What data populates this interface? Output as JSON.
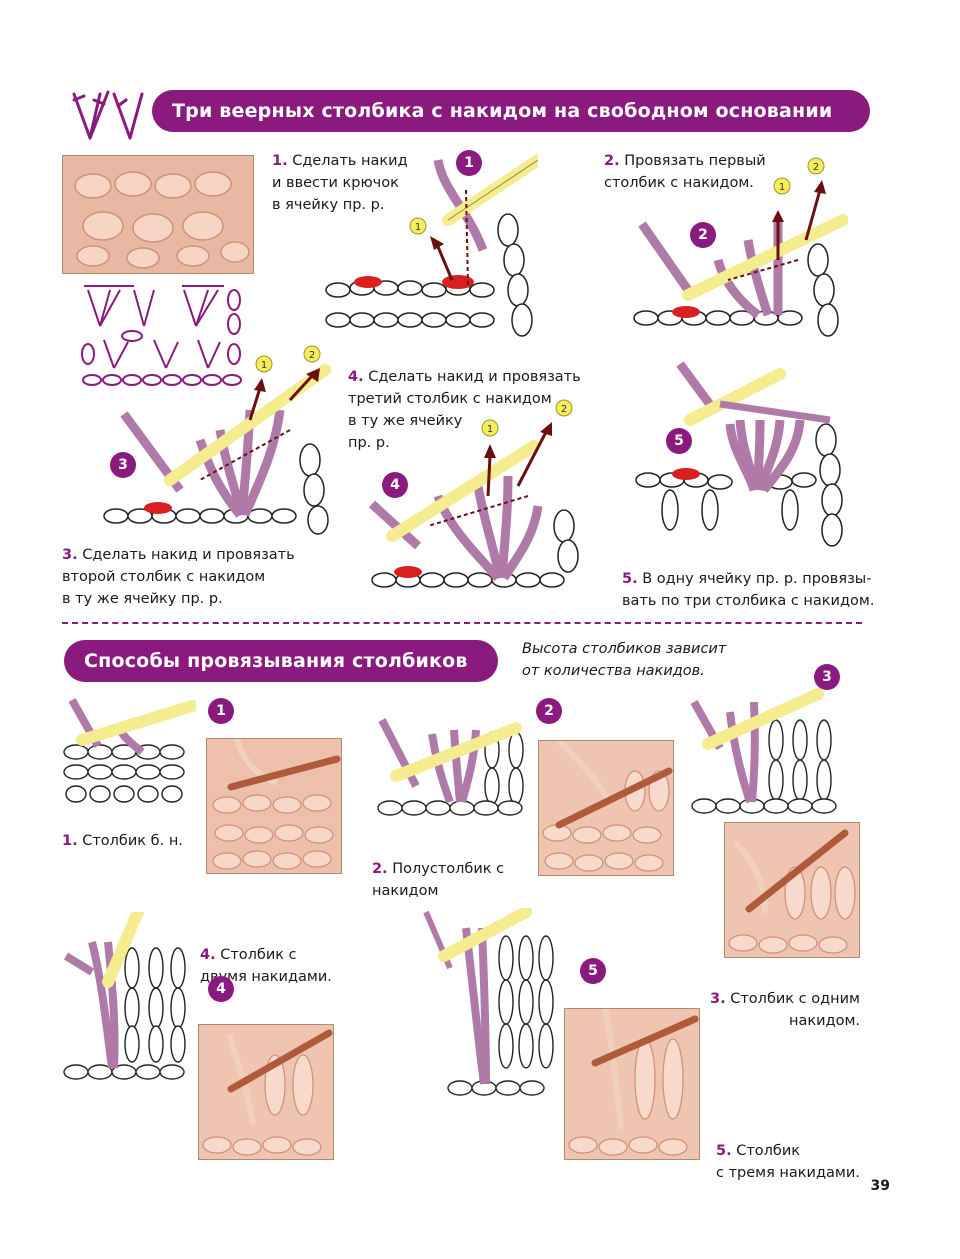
{
  "section1": {
    "title": "Три веерных столбика с накидом на свободном основании",
    "steps": [
      {
        "num": "1.",
        "text": "Сделать накид\nи ввести крючок\nв ячейку пр. р."
      },
      {
        "num": "2.",
        "text": "Провязать первый\nстолбик с накидом."
      },
      {
        "num": "3.",
        "text": "Сделать накид и провязать\nвторой столбик с накидом\nв ту же ячейку пр. р."
      },
      {
        "num": "4.",
        "text": "Сделать накид и провязать\nтретий столбик с накидом\nв ту же ячейку\nпр. р."
      },
      {
        "num": "5.",
        "text": "В одну ячейку пр. р. провязы-\nвать по три столбика с накидом."
      }
    ],
    "badges": [
      "1",
      "2",
      "3",
      "4",
      "5"
    ],
    "markers": [
      "1",
      "2"
    ]
  },
  "section2": {
    "title": "Способы провязывания столбиков",
    "note": "Высота столбиков зависит\nот количества накидов.",
    "steps": [
      {
        "num": "1.",
        "text": "Столбик б. н."
      },
      {
        "num": "2.",
        "text": "Полустолбик с\nнакидом"
      },
      {
        "num": "3.",
        "text": "Столбик с одним\nнакидом."
      },
      {
        "num": "4.",
        "text": "Столбик с\nдвумя накидами."
      },
      {
        "num": "5.",
        "text": "Столбик\nс тремя накидами."
      }
    ],
    "badges": [
      "1",
      "2",
      "3",
      "4",
      "5"
    ]
  },
  "page_number": "39",
  "colors": {
    "accent": "#8a1a7d",
    "yarn_purple": "#b07aa8",
    "hook": "#f7ef8a",
    "yarn_peach": "#f2b9a0",
    "marker": "#f5ee5a"
  }
}
